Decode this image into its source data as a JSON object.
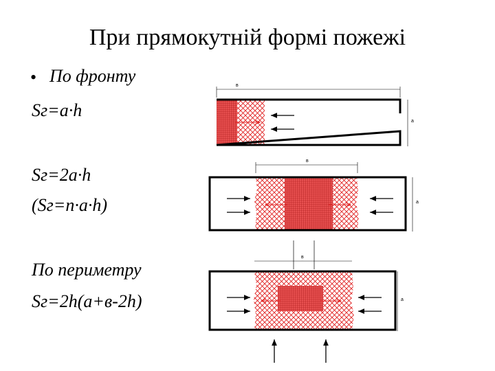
{
  "slide": {
    "title": "При  прямокутній формі пожежі",
    "bullet": "•",
    "front_heading": "По фронту",
    "formula_front": "Sг=a·h",
    "formula_two_sided": "Sг=2a·h",
    "formula_n_sided": "(Sг=n·a·h)",
    "perimeter_heading": "По периметру",
    "formula_perimeter": "Sг=2h(a+в-2h)"
  },
  "diagrams": {
    "width_label": "в",
    "height_label": "а",
    "fire_color": "#e02020"
  }
}
